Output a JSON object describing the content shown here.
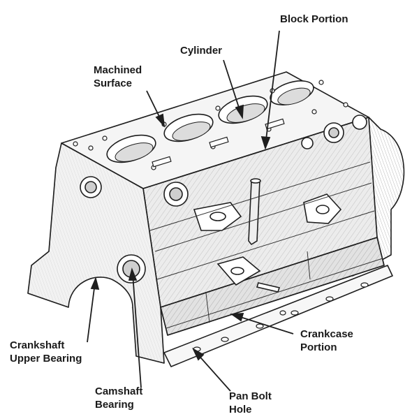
{
  "labels": {
    "block_portion": "Block Portion",
    "cylinder": "Cylinder",
    "machined_surface": [
      "Machined",
      "Surface"
    ],
    "crankcase_portion": [
      "Crankcase",
      "Portion"
    ],
    "crankshaft_upper_bearing": [
      "Crankshaft",
      "Upper Bearing"
    ],
    "camshaft_bearing": [
      "Camshaft",
      "Bearing"
    ],
    "pan_bolt_hole": [
      "Pan Bolt",
      "Hole"
    ]
  },
  "colors": {
    "ink": "#1e1e1e",
    "paper": "#ffffff",
    "shade": "#bdbdbd"
  }
}
